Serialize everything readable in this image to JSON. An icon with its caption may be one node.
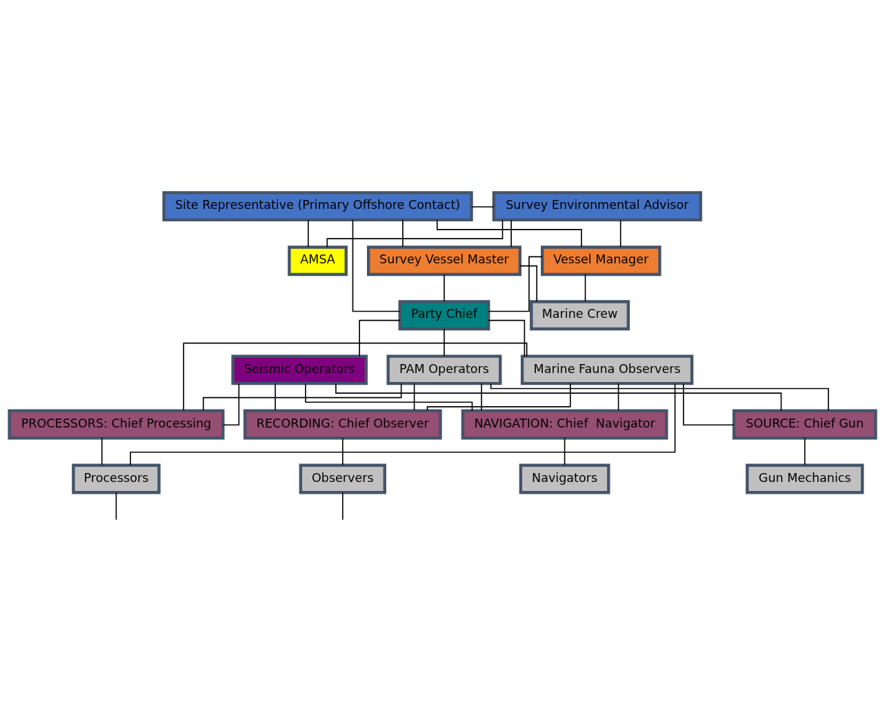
{
  "diagram": {
    "nodes": [
      {
        "text": [
          "Site Representative (Primary Offshore Contact)"
        ]
      },
      {
        "text": [
          "Survey Environmental Advisor"
        ]
      },
      {
        "text": [
          "AMSA"
        ]
      },
      {
        "text": [
          "Survey Vessel Master"
        ]
      },
      {
        "text": [
          "Vessel Manager"
        ]
      },
      {
        "text": [
          "Party Chief"
        ]
      },
      {
        "text": [
          "Marine Crew"
        ]
      },
      {
        "text": [
          "Seismic Operators"
        ]
      },
      {
        "text": [
          "PAM Operators"
        ]
      },
      {
        "text": [
          "Marine Fauna Observers"
        ]
      },
      {
        "text": [
          "RECORDING: Chief Observer"
        ]
      },
      {
        "text": [
          "NAVIGATION: Chief  Navigator"
        ]
      },
      {
        "text": [
          "SOURCE: Chief Gun"
        ]
      },
      {
        "text": [
          "PROCESSORS: Chief Processing"
        ]
      },
      {
        "text": [
          "Observers"
        ]
      },
      {
        "text": [
          "Navigators"
        ]
      },
      {
        "text": [
          "Gun Mechanics"
        ]
      },
      {
        "text": [
          "Processors"
        ]
      }
    ],
    "edges": [
      {
        "from": 0,
        "to": 1,
        "arrow": "none"
      },
      {
        "from": 0,
        "to": 2,
        "arrow": "none"
      },
      {
        "from": 1,
        "to": 2,
        "arrow": "none"
      },
      {
        "from": 0,
        "to": 3,
        "arrow": "none"
      },
      {
        "from": 0,
        "to": 4,
        "arrow": "none"
      },
      {
        "from": 1,
        "to": 3,
        "arrow": "none"
      },
      {
        "from": 1,
        "to": 4,
        "arrow": "none"
      },
      {
        "from": 0,
        "to": 5,
        "arrow": "none"
      },
      {
        "from": 3,
        "to": 5,
        "arrow": "none"
      },
      {
        "from": 3,
        "to": 6,
        "arrow": "none"
      },
      {
        "from": 4,
        "to": 5,
        "arrow": "none"
      },
      {
        "from": 4,
        "to": 6,
        "arrow": "none"
      },
      {
        "from": 5,
        "to": 7,
        "arrow": "none"
      },
      {
        "from": 5,
        "to": 8,
        "arrow": "none"
      },
      {
        "from": 5,
        "to": 9,
        "arrow": "none"
      },
      {
        "from": 7,
        "to": 10,
        "arrow": "none"
      },
      {
        "from": 7,
        "to": 11,
        "arrow": "none"
      },
      {
        "from": 7,
        "to": 12,
        "arrow": "none"
      },
      {
        "from": 7,
        "to": 13,
        "arrow": "none"
      },
      {
        "from": 8,
        "to": 10,
        "arrow": "none"
      },
      {
        "from": 8,
        "to": 11,
        "arrow": "none"
      },
      {
        "from": 8,
        "to": 12,
        "arrow": "none"
      },
      {
        "from": 8,
        "to": 13,
        "arrow": "none"
      },
      {
        "from": 9,
        "to": 10,
        "arrow": "none"
      },
      {
        "from": 9,
        "to": 11,
        "arrow": "none"
      },
      {
        "from": 9,
        "to": 12,
        "arrow": "none"
      },
      {
        "from": 9,
        "to": 13,
        "arrow": "none"
      },
      {
        "from": 9,
        "to": 17,
        "arrow": "none"
      },
      {
        "from": 10,
        "to": 14,
        "arrow": "none"
      },
      {
        "from": 11,
        "to": 15,
        "arrow": "none"
      },
      {
        "from": 12,
        "to": 16,
        "arrow": "none"
      },
      {
        "from": 13,
        "to": 17,
        "arrow": "none"
      },
      {
        "from": 14,
        "to": null,
        "arrow": "none"
      },
      {
        "from": 17,
        "to": null,
        "arrow": "none"
      }
    ]
  }
}
